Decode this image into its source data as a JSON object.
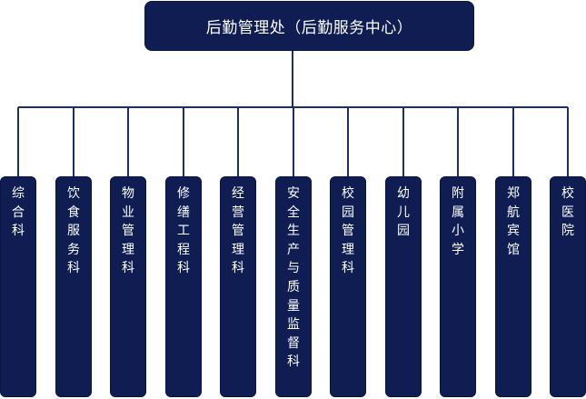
{
  "org": {
    "root": "后勤管理处（后勤服务中心）",
    "departments": [
      "综合科",
      "饮食服务科",
      "物业管理科",
      "修缮工程科",
      "经营管理科",
      "安全生产与质量监督科",
      "校园管理科",
      "幼儿园",
      "附属小学",
      "郑航宾馆",
      "校医院"
    ]
  },
  "colors": {
    "box_fill": "#0f1d52",
    "connector": "#1c2f6b",
    "text": "#ffffff"
  }
}
